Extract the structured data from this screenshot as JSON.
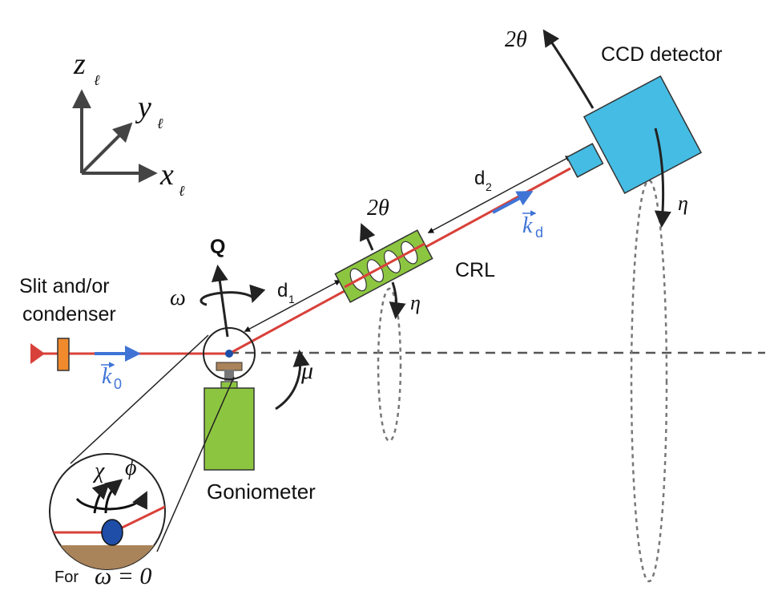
{
  "colors": {
    "beam": "#d8413a",
    "wavevector": "#3f74d6",
    "slit": "#f08a2c",
    "goniometer": "#8cc640",
    "crl": "#8cc640",
    "detector": "#45bce3",
    "sample": "#1f4ea8",
    "mount": "#a9835a",
    "dashed": "#555555",
    "ink": "#111111"
  },
  "axes": {
    "z": "z",
    "y": "y",
    "x": "x",
    "subscript": "ℓ"
  },
  "labels": {
    "slit": [
      "Slit and/or",
      "condenser"
    ],
    "k0": "k",
    "k0_sub": "0",
    "Q": "Q",
    "omega": "ω",
    "d1": "d",
    "d1_sub": "1",
    "two_theta_crl": "2θ",
    "eta_crl": "η",
    "crl": "CRL",
    "d2": "d",
    "d2_sub": "2",
    "kd": "k",
    "kd_sub": "d",
    "two_theta_det": "2θ",
    "detector": "CCD detector",
    "eta_det": "η",
    "mu": "μ",
    "goniometer": "Goniometer",
    "chi": "χ",
    "phi": "ϕ",
    "for": "For",
    "omega_zero": "ω = 0"
  },
  "icons": [
    "slit-icon",
    "sample-icon",
    "goniometer-icon",
    "crl-lens-icon",
    "ccd-detector-icon"
  ]
}
